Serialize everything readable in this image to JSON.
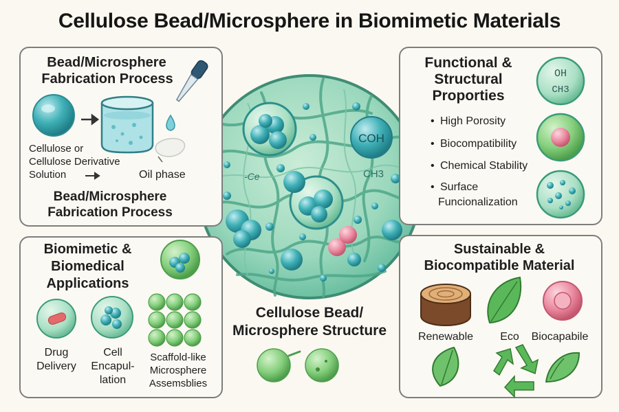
{
  "title": "Cellulose Bead/Microsphere in Biomimetic Materials",
  "fabrication": {
    "heading_line1": "Bead/Microsphere",
    "heading_line2": "Fabrication Process",
    "input_line1": "Cellulose or",
    "input_line2": "Cellulose Derivative",
    "input_line3": "Solution",
    "oil_label": "Oil phase",
    "footer_line1": "Bead/Microsphere",
    "footer_line2": "Fabrication Process"
  },
  "functional": {
    "heading_line1": "Functional &",
    "heading_line2": "Structural",
    "heading_line3": "Proporties",
    "formula_oh": "OH",
    "formula_ch3": "CH3",
    "bullets": [
      "High Porosity",
      "Biocompatibility",
      "Chemical Stability",
      "Surface",
      "Funcionalization"
    ]
  },
  "center": {
    "label_coh": "COH",
    "label_ch3": "CH3",
    "label_ce": "-Ce",
    "caption_line1": "Cellulose Bead/",
    "caption_line2": "Microsphere Structure"
  },
  "biomimetic": {
    "heading_line1": "Biomimetic &",
    "heading_line2": "Biomedical",
    "heading_line3": "Applications",
    "drug_line1": "Drug",
    "drug_line2": "Delivery",
    "cell_line1": "Cell",
    "cell_line2": "Encapul-",
    "cell_line3": "lation",
    "scaffold_line1": "Scaffold-like",
    "scaffold_line2": "Microsphere",
    "scaffold_line3": "Assemsblies"
  },
  "sustainable": {
    "heading_line1": "Sustainable &",
    "heading_line2": "Biocompatible Material",
    "renewable": "Renewable",
    "eco": "Eco",
    "biocapabile": "Biocapabile"
  },
  "colors": {
    "teal": "#3aa9ad",
    "mint": "#9fdcbc",
    "green": "#5bb85a",
    "pink": "#e06f8c",
    "border": "#7d7d7d"
  }
}
